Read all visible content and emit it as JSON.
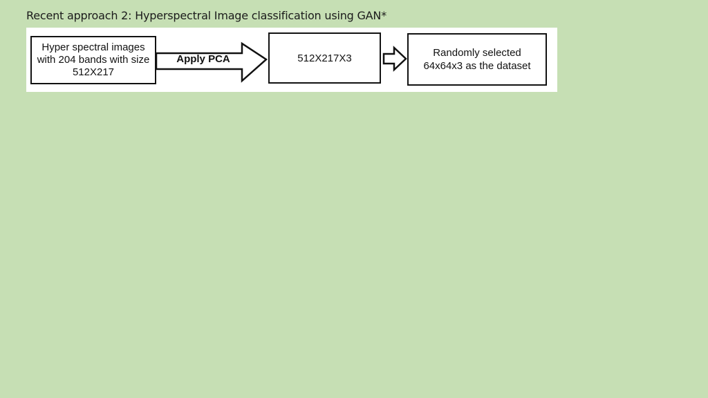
{
  "slide": {
    "title": "Recent approach 2:  Hyperspectral Image classification using GAN*"
  },
  "diagram": {
    "input_box": {
      "text": "Hyper spectral images with 204 bands with size 512X217"
    },
    "arrow_1": {
      "label": "Apply PCA"
    },
    "pca_box": {
      "text": "512X217X3"
    },
    "output_box": {
      "text": "Randomly selected 64x64x3 as the dataset"
    }
  },
  "colors": {
    "background": "#c6dfb4",
    "panel": "#ffffff",
    "stroke": "#111111"
  }
}
